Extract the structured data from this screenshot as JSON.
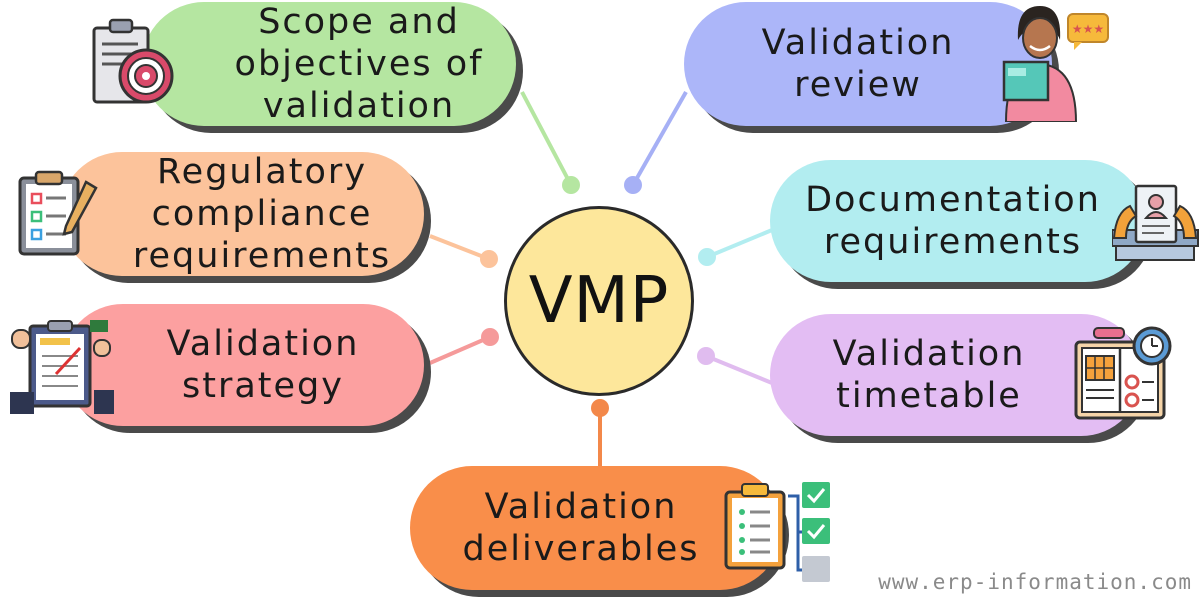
{
  "center": {
    "label": "VMP"
  },
  "nodes": [
    {
      "id": "scope",
      "label": "Scope and\nobjectives of\nvalidation",
      "color": "#b5e6a1",
      "dot": "#b5e6a1",
      "icon": "target-document-icon"
    },
    {
      "id": "regulatory",
      "label": "Regulatory\ncompliance\nrequirements",
      "color": "#fcc39b",
      "dot": "#fcc39b",
      "icon": "checklist-clipboard-icon"
    },
    {
      "id": "strategy",
      "label": "Validation\nstrategy",
      "color": "#fca0a0",
      "dot": "#f59a9a",
      "icon": "strategy-clipboard-icon"
    },
    {
      "id": "review",
      "label": "Validation\nreview",
      "color": "#acb6f9",
      "dot": "#a6b0f5",
      "icon": "reviewer-person-icon"
    },
    {
      "id": "documentation",
      "label": "Documentation\nrequirements",
      "color": "#b2edf0",
      "dot": "#b2edf0",
      "icon": "profile-document-icon"
    },
    {
      "id": "timetable",
      "label": "Validation\ntimetable",
      "color": "#e3bdf3",
      "dot": "#e0bcef",
      "icon": "calendar-clock-icon"
    },
    {
      "id": "deliverables",
      "label": "Validation\ndeliverables",
      "color": "#f98e4a",
      "dot": "#f3884a",
      "icon": "checklist-tasks-icon"
    }
  ],
  "footer": {
    "url": "www.erp-information.com"
  }
}
